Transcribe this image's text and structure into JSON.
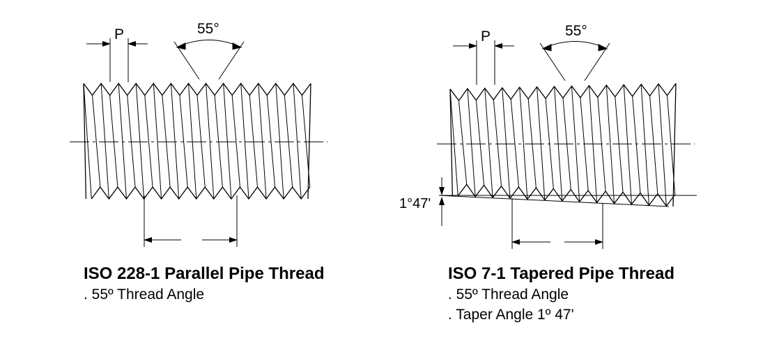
{
  "figures": [
    {
      "id": "parallel",
      "pitch_label": "P",
      "angle_label": "55°",
      "title": "ISO 228-1 Parallel Pipe Thread",
      "bullets": [
        ". 55º Thread Angle"
      ]
    },
    {
      "id": "tapered",
      "pitch_label": "P",
      "angle_label": "55°",
      "taper_label": "1°47'",
      "title": "ISO 7-1 Tapered Pipe Thread",
      "bullets": [
        ". 55º Thread Angle",
        ". Taper Angle 1º 47'"
      ]
    }
  ],
  "line_color": "#000000"
}
